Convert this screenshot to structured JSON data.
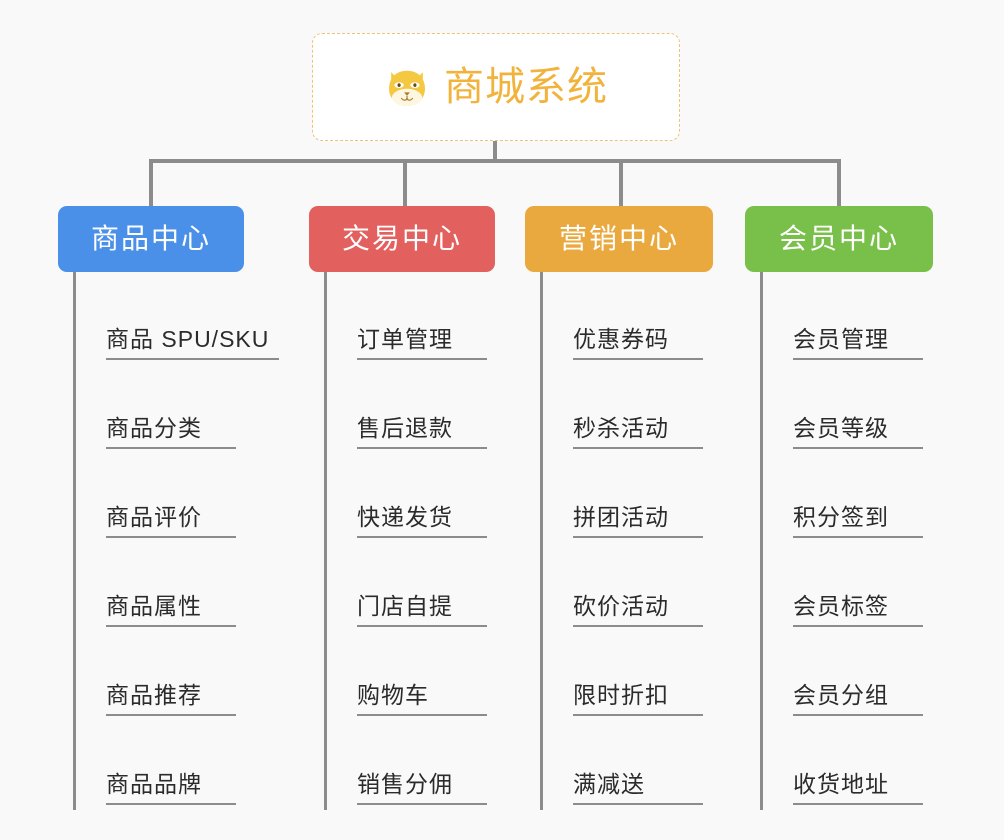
{
  "background_color": "#f9f9f9",
  "root": {
    "title": "商城系统",
    "icon": "shiba-dog-icon",
    "text_color": "#f2b33d",
    "border_color": "#eec27a",
    "background_color": "#ffffff"
  },
  "connector_color": "#8c8c8c",
  "branches": [
    {
      "label": "商品中心",
      "color": "#4a90e8",
      "items": [
        "商品 SPU/SKU",
        "商品分类",
        "商品评价",
        "商品属性",
        "商品推荐",
        "商品品牌"
      ]
    },
    {
      "label": "交易中心",
      "color": "#e2605e",
      "items": [
        "订单管理",
        "售后退款",
        "快递发货",
        "门店自提",
        "购物车",
        "销售分佣"
      ]
    },
    {
      "label": "营销中心",
      "color": "#eaa93f",
      "items": [
        "优惠券码",
        "秒杀活动",
        "拼团活动",
        "砍价活动",
        "限时折扣",
        "满减送"
      ]
    },
    {
      "label": "会员中心",
      "color": "#79c04a",
      "items": [
        "会员管理",
        "会员等级",
        "积分签到",
        "会员标签",
        "会员分组",
        "收货地址"
      ]
    }
  ]
}
